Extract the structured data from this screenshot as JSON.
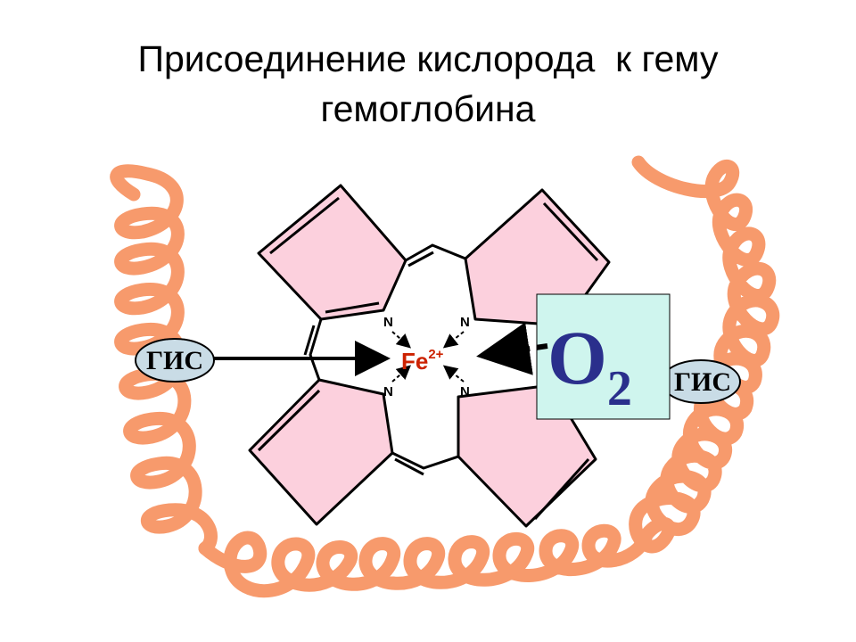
{
  "title": {
    "line1": "Присоединение кислорода  к гему",
    "line2": "гемоглобина"
  },
  "center_atom": {
    "symbol": "Fe",
    "charge": "2+"
  },
  "nitrogen_label": "N",
  "histidine_left": "ГИС",
  "histidine_right": "ГИС",
  "oxygen": {
    "symbol": "O",
    "subscript": "2"
  },
  "colors": {
    "helix": "#f79a6c",
    "ring_fill": "#fcd0dd",
    "fe_text": "#cc2200",
    "o2_text": "#2a2f8c",
    "o2_box": "#cff5ee",
    "his_fill": "#c9dce6"
  }
}
